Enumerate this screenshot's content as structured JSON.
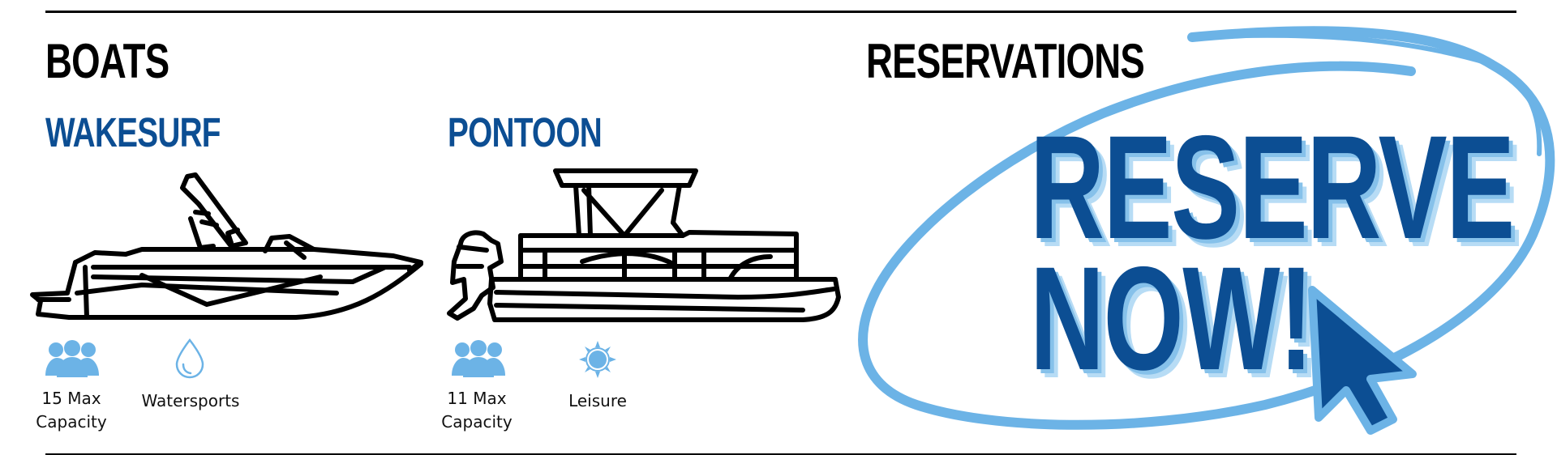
{
  "boats_section": {
    "heading": "BOATS",
    "wakesurf": {
      "title": "WAKESURF",
      "features": [
        {
          "icon": "people-group-icon",
          "label": "15 Max Capacity"
        },
        {
          "icon": "water-drop-icon",
          "label": "Watersports"
        }
      ]
    },
    "pontoon": {
      "title": "PONTOON",
      "features": [
        {
          "icon": "people-group-icon",
          "label": "11 Max Capacity"
        },
        {
          "icon": "sun-icon",
          "label": "Leisure"
        }
      ]
    }
  },
  "reservations_section": {
    "heading": "RESERVATIONS",
    "cta_line1": "RESERVE",
    "cta_line2": "NOW!"
  },
  "colors": {
    "accent_dark": "#0c4e93",
    "accent_light": "#6cb3e6",
    "text": "#000000"
  }
}
